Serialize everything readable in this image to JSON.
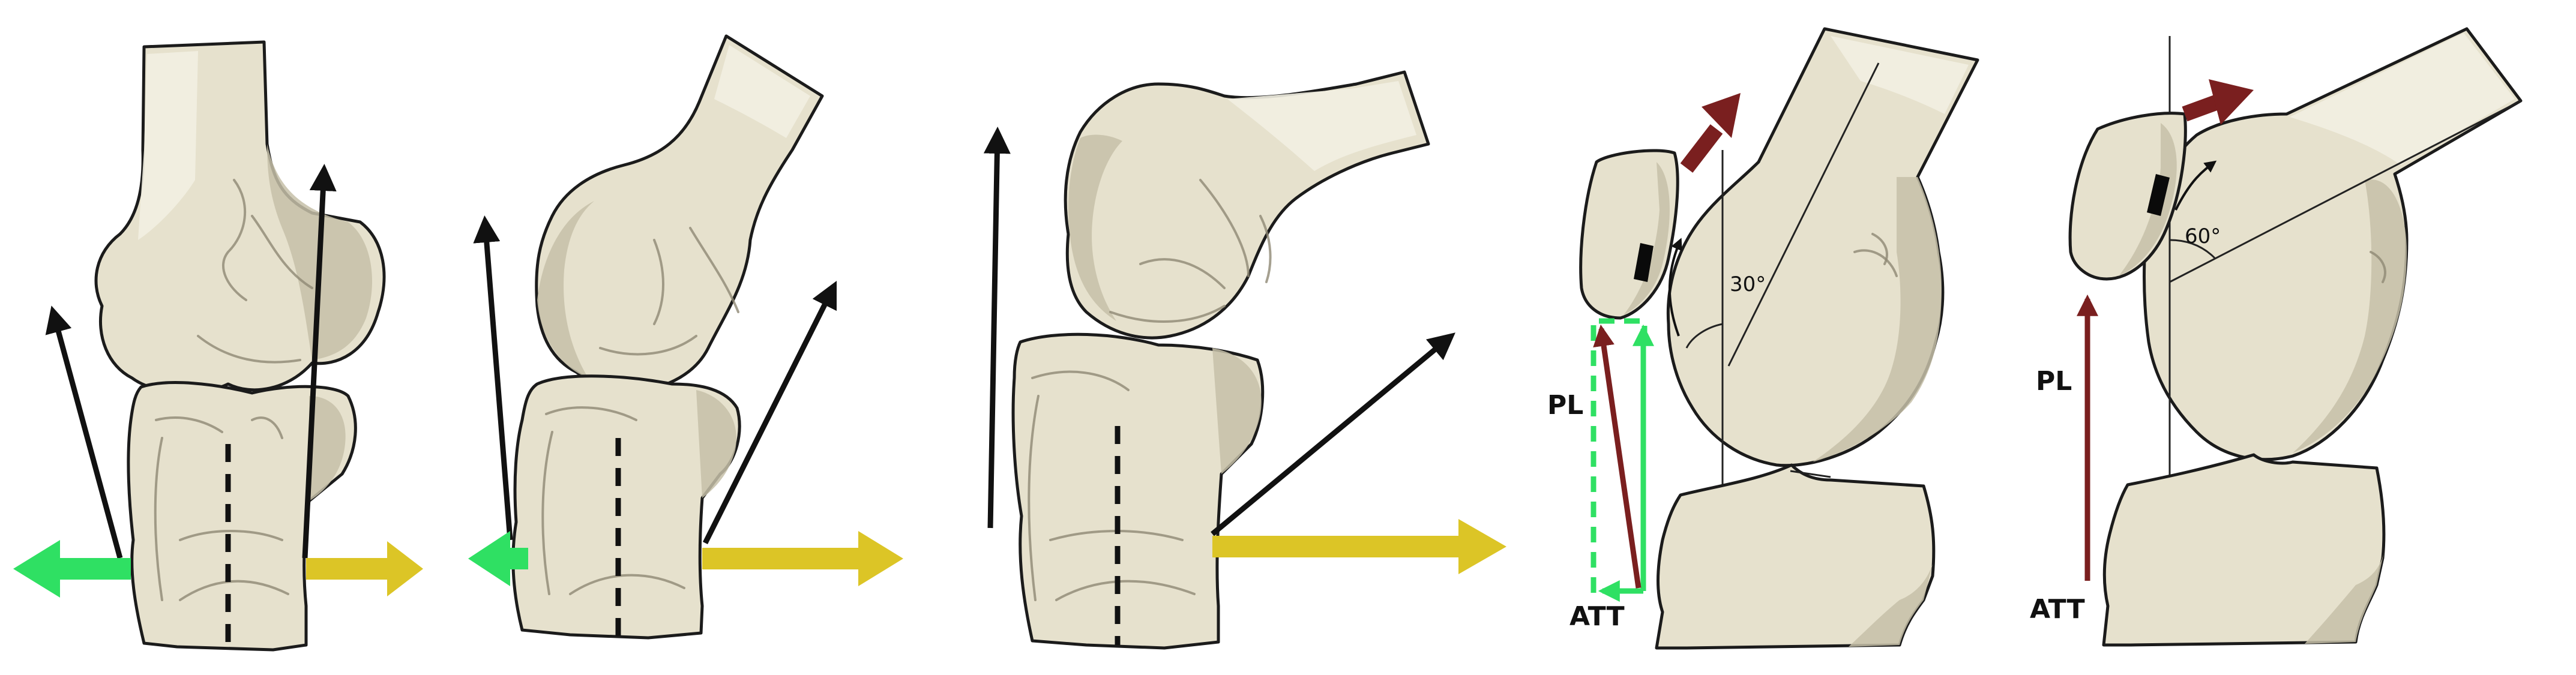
{
  "labels": {
    "p4_pl": "PL",
    "p4_att": "ATT",
    "p4_angle": "30°",
    "p5_pl": "PL",
    "p5_att": "ATT",
    "p5_angle": "60°"
  },
  "angles_deg": {
    "p4": 30,
    "p5": 60
  },
  "colors": {
    "bone": "#e6e1cd",
    "outline": "#1b1b1b",
    "black_vector": "#111111",
    "green_vector": "#2fe063",
    "yellow_vector": "#dcc526",
    "red_vector": "#7a1f1f",
    "dashed_green": "#2fe063",
    "patellar_tendon": "#0a0a0a"
  },
  "icons": {
    "green": "arrow-left-icon",
    "yellow": "arrow-right-icon",
    "red": "arrow-up-right-icon"
  }
}
